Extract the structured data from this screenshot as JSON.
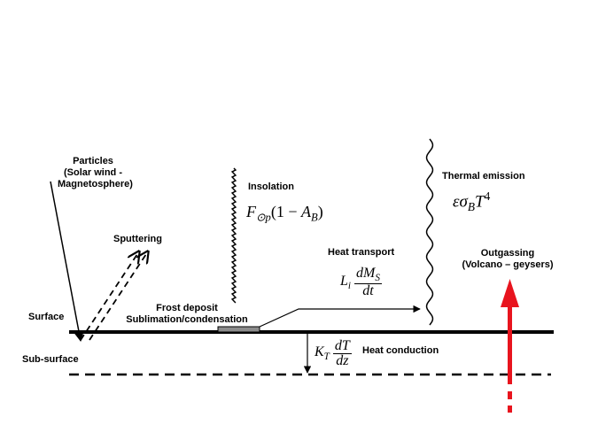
{
  "labels": {
    "particles": "Particles",
    "particles_sub1": "(Solar wind -",
    "particles_sub2": "Magnetosphere)",
    "sputtering": "Sputtering",
    "insolation": "Insolation",
    "thermal_emission": "Thermal emission",
    "heat_transport": "Heat transport",
    "outgassing": "Outgassing",
    "outgassing_sub": "(Volcano – geysers)",
    "frost_deposit": "Frost deposit",
    "sublimation": "Sublimation/condensation",
    "surface": "Surface",
    "sub_surface": "Sub-surface",
    "heat_conduction": "Heat conduction"
  },
  "equations": {
    "insolation": {
      "F": "F",
      "F_sub": "⊙p",
      "open": "(1 − ",
      "A": "A",
      "A_sub": "B",
      "close": ")"
    },
    "thermal": {
      "eps": "εσ",
      "sigma_sub": "B",
      "T": "T",
      "T_sup": "4"
    },
    "heat_transport": {
      "L": "L",
      "L_sub": "i",
      "num": "dM",
      "num_sub": "S",
      "den": "dt"
    },
    "heat_conduction": {
      "K": "K",
      "K_sub": "T",
      "num": "dT",
      "den": "dz"
    }
  },
  "colors": {
    "line": "#000000",
    "outgassing_arrow": "#e8141e",
    "frost_fill": "#8c8c8c"
  }
}
